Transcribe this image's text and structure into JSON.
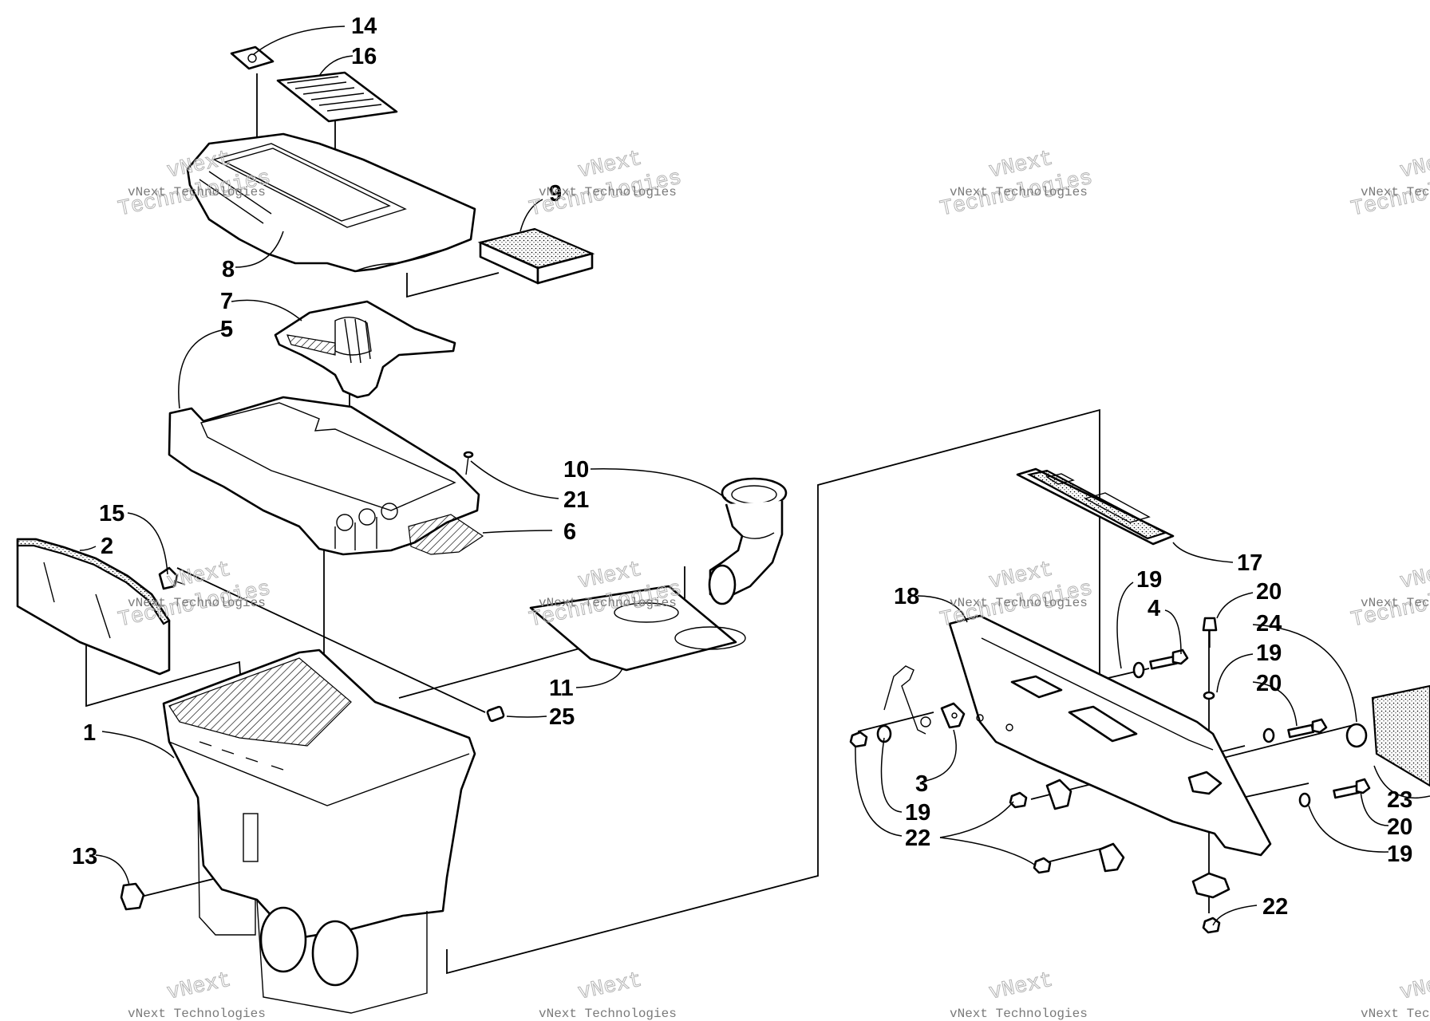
{
  "watermark": {
    "line1": "vNext Technologies",
    "line2a": "vNext",
    "line2b": "Technologies"
  },
  "callouts": {
    "c14": "14",
    "c16": "16",
    "c9": "9",
    "c8": "8",
    "c7": "7",
    "c5": "5",
    "c10": "10",
    "c21": "21",
    "c6": "6",
    "c15": "15",
    "c2": "2",
    "c11": "11",
    "c25": "25",
    "c1": "1",
    "c13": "13",
    "c18": "18",
    "c17": "17",
    "c19a": "19",
    "c4": "4",
    "c20a": "20",
    "c24": "24",
    "c19b": "19",
    "c20b": "20",
    "c3": "3",
    "c19c": "19",
    "c22a": "22",
    "c23": "23",
    "c20c": "20",
    "c19d": "19",
    "c22b": "22"
  }
}
